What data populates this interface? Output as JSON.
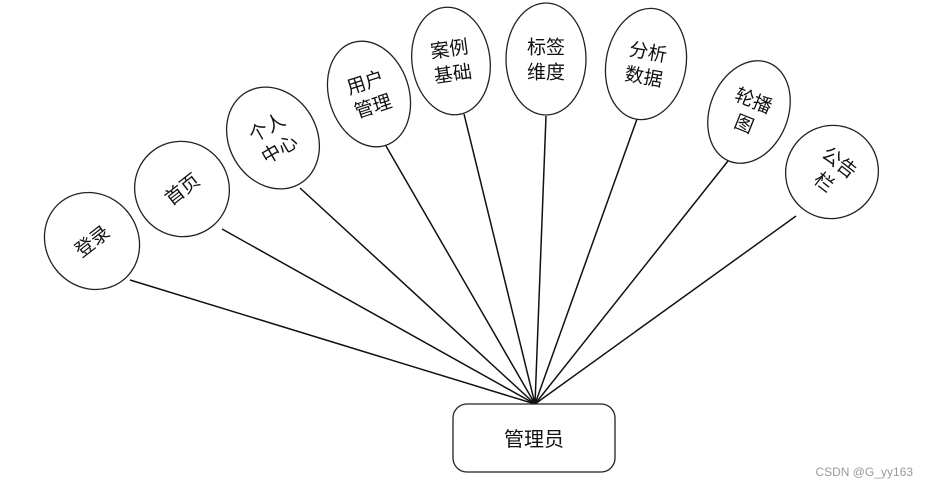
{
  "root": {
    "label": "管理员"
  },
  "children": [
    {
      "lines": [
        "登录"
      ]
    },
    {
      "lines": [
        "首页"
      ]
    },
    {
      "lines": [
        "个人",
        "中心"
      ]
    },
    {
      "lines": [
        "用户",
        "管理"
      ]
    },
    {
      "lines": [
        "案例",
        "基础"
      ]
    },
    {
      "lines": [
        "标签",
        "维度"
      ]
    },
    {
      "lines": [
        "分析",
        "数据"
      ]
    },
    {
      "lines": [
        "轮播",
        "图"
      ]
    },
    {
      "lines": [
        "公告",
        "栏"
      ]
    }
  ],
  "watermark": "CSDN @G_yy163"
}
